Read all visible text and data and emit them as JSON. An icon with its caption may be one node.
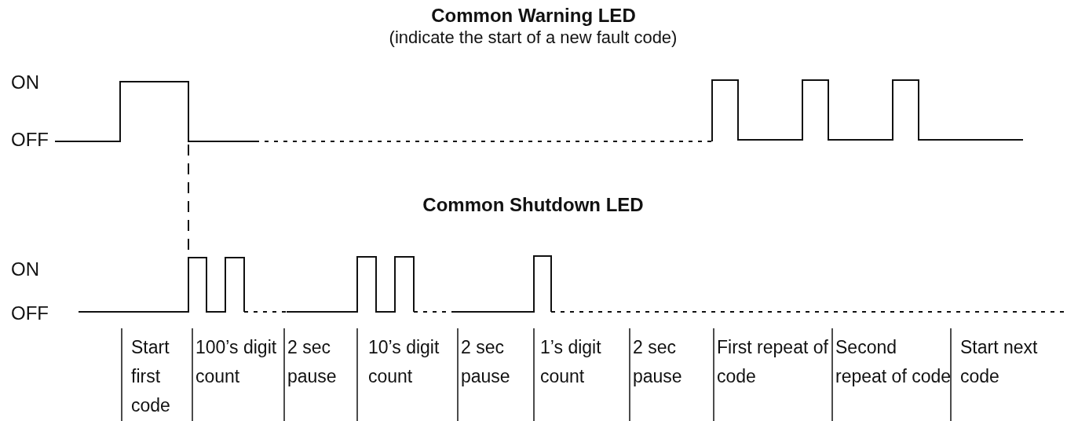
{
  "diagram": {
    "title": "Common Warning LED",
    "labels": [
      "(indicate the start of a new fault code)",
      "ON",
      "OFF",
      "Common Shutdown LED",
      "ON",
      "OFF",
      "Start first code",
      "100’s digit count",
      "2 sec pause",
      "10’s digit count",
      "2 sec pause",
      "1’s digit count",
      "2 sec pause",
      "First repeat of code",
      "Second repeat of code",
      "Start next code"
    ]
  }
}
